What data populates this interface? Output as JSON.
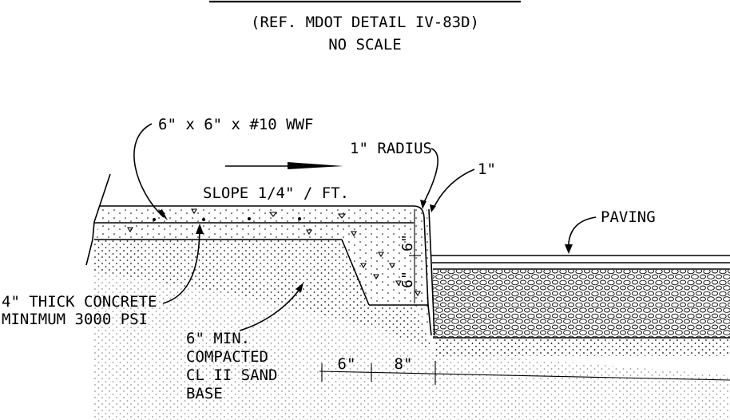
{
  "header": {
    "reference": "(REF. MDOT DETAIL IV-83D)",
    "scale_note": "NO SCALE"
  },
  "labels": {
    "wwf": "6\" x 6\" x #10 WWF",
    "radius": "1\" RADIUS",
    "one_inch": "1\"",
    "slope": "SLOPE 1/4\" / FT.",
    "paving": "PAVING",
    "dim_6_vertical_top": "6\"",
    "dim_6_vertical_bottom": "6\"",
    "concrete_line1": "4\" THICK CONCRETE",
    "concrete_line2": "MINIMUM 3000 PSI",
    "sand_line1": "6\" MIN.",
    "sand_line2": "COMPACTED",
    "sand_line3": "CL II SAND",
    "sand_line4": "BASE",
    "dim_6_horizontal": "6\"",
    "dim_8_horizontal": "8\""
  }
}
